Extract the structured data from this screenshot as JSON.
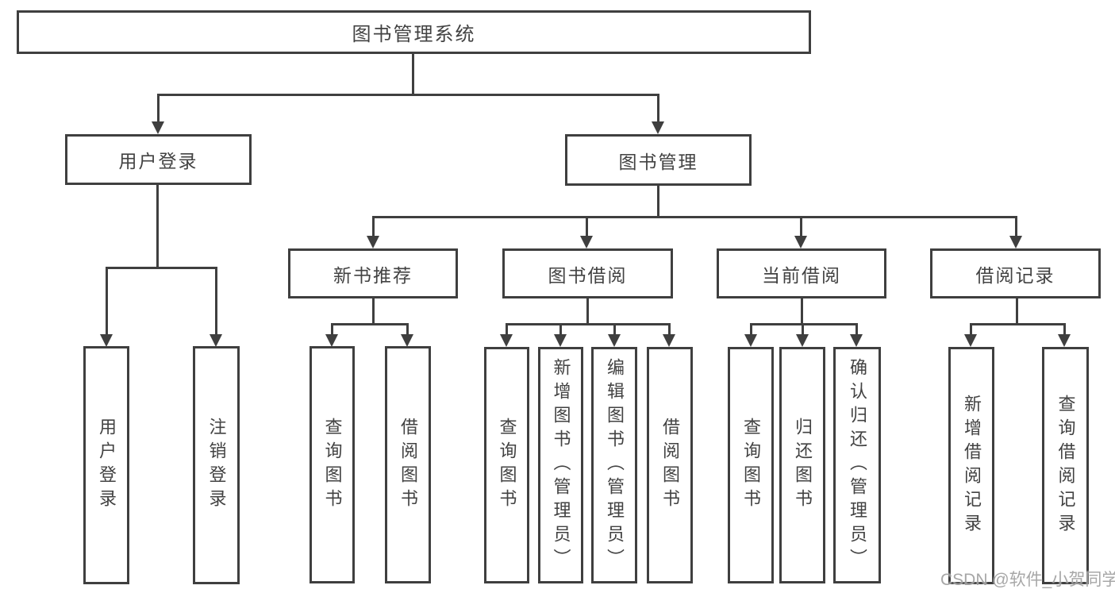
{
  "page": {
    "background": "#ffffff",
    "line_color": "#3f3f3f",
    "text_color": "#424242",
    "watermark": {
      "text": "CSDN @软件_小贺同学",
      "color": "#a0a0a0"
    }
  },
  "tree": {
    "root": "图书管理系统",
    "branches": [
      {
        "label": "用户登录",
        "leaves": [
          "用户登录",
          "注销登录"
        ]
      },
      {
        "label": "图书管理",
        "groups": [
          {
            "label": "新书推荐",
            "leaves": [
              "查询图书",
              "借阅图书"
            ]
          },
          {
            "label": "图书借阅",
            "leaves": [
              "查询图书",
              "新增图书（管理员）",
              "编辑图书（管理员）",
              "借阅图书"
            ]
          },
          {
            "label": "当前借阅",
            "leaves": [
              "查询图书",
              "归还图书",
              "确认归还（管理员）"
            ]
          },
          {
            "label": "借阅记录",
            "leaves": [
              "新增借阅记录",
              "查询借阅记录"
            ]
          }
        ]
      }
    ]
  }
}
